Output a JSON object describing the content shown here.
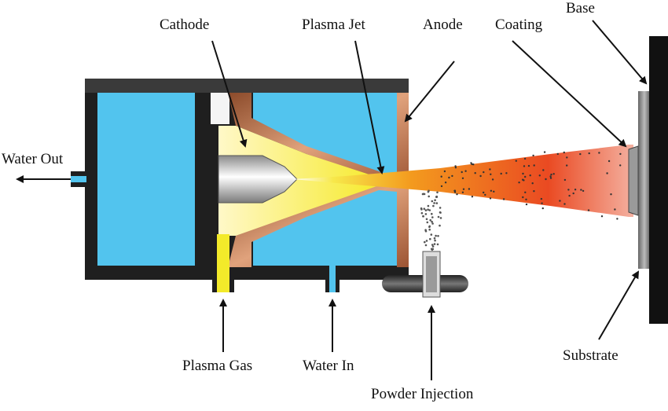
{
  "labels": {
    "cathode": "Cathode",
    "plasma_jet": "Plasma Jet",
    "anode": "Anode",
    "coating": "Coating",
    "base": "Base",
    "water_out": "Water Out",
    "plasma_gas": "Plasma Gas",
    "water_in": "Water In",
    "powder_injection": "Powder Injection",
    "substrate": "Substrate"
  },
  "colors": {
    "housing": "#1f1f1f",
    "water": "#52c4ee",
    "copper": "#b8673f",
    "plasma_yellow": "#f3ea2a",
    "jet_orange": "#f39a1e",
    "jet_red": "#e83a1f",
    "base": "#111111"
  }
}
